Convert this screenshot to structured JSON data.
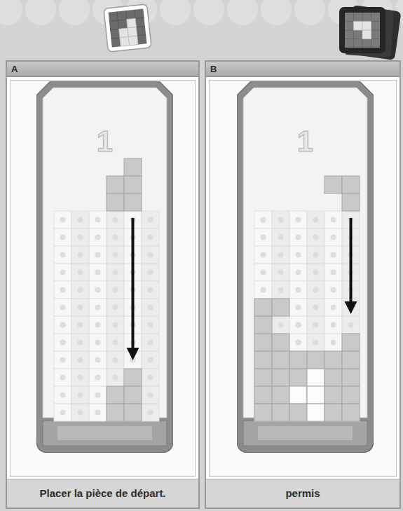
{
  "diagram": {
    "nodes": [
      {
        "text": [
          "A",
          "Placer la pièce de départ."
        ]
      },
      {
        "text": [
          "1"
        ],
        "in": 0
      },
      {
        "text": [
          "B",
          "permis"
        ]
      },
      {
        "text": [
          "1"
        ],
        "in": 2
      }
    ]
  }
}
